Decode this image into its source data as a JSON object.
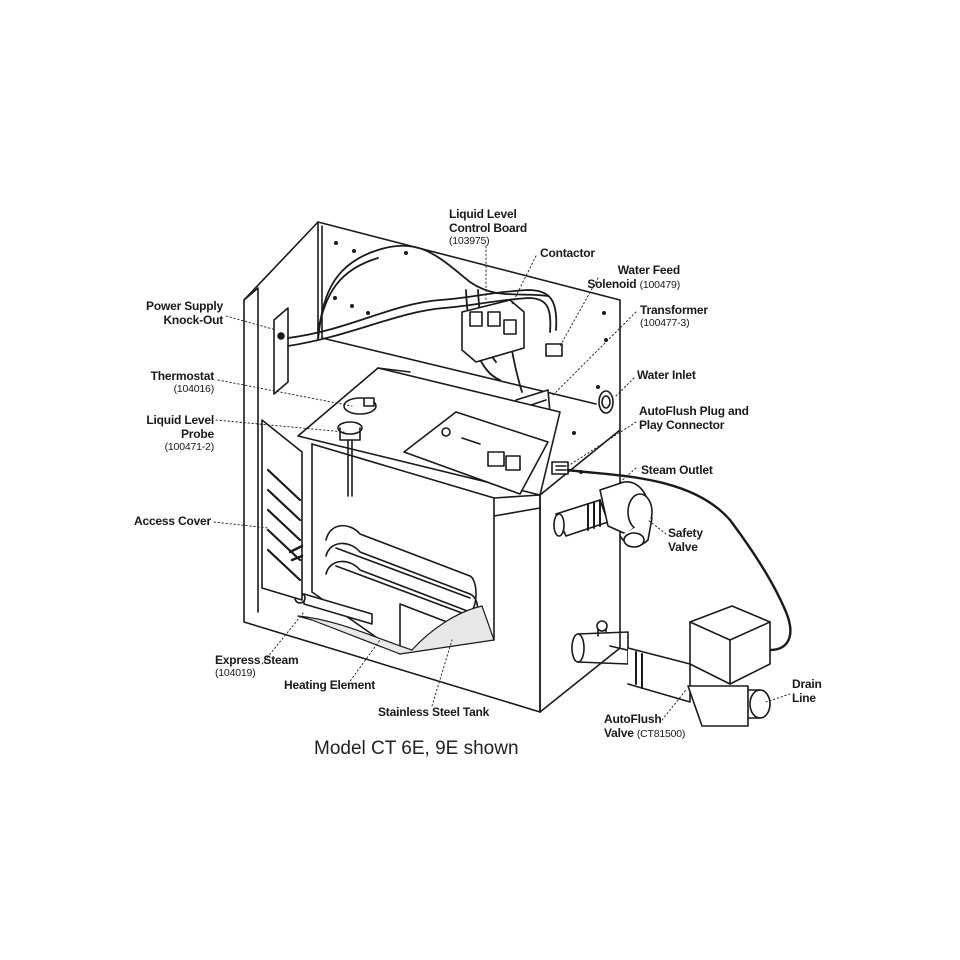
{
  "caption": "Model CT 6E, 9E shown",
  "callouts": {
    "liquid_level_control_board": {
      "line1": "Liquid Level",
      "line2": "Control Board",
      "part": "(103975)"
    },
    "contactor": {
      "line1": "Contactor"
    },
    "water_feed_solenoid": {
      "line1": "Water Feed",
      "line2": "Solenoid",
      "part": "(100479)"
    },
    "transformer": {
      "line1": "Transformer",
      "part": "(100477-3)"
    },
    "water_inlet": {
      "line1": "Water Inlet"
    },
    "autoflush_plug": {
      "line1": "AutoFlush Plug and",
      "line2": "Play Connector"
    },
    "steam_outlet": {
      "line1": "Steam Outlet"
    },
    "safety_valve": {
      "line1": "Safety",
      "line2": "Valve"
    },
    "drain_line": {
      "line1": "Drain",
      "line2": "Line"
    },
    "autoflush_valve": {
      "line1": "AutoFlush",
      "line2": "Valve",
      "part": "(CT81500)"
    },
    "stainless_steel_tank": {
      "line1": "Stainless Steel Tank"
    },
    "heating_element": {
      "line1": "Heating Element"
    },
    "express_steam": {
      "line1": "Express Steam",
      "part": "(104019)"
    },
    "access_cover": {
      "line1": "Access Cover"
    },
    "liquid_level_probe": {
      "line1": "Liquid Level",
      "line2": "Probe",
      "part": "(100471-2)"
    },
    "thermostat": {
      "line1": "Thermostat",
      "part": "(104016)"
    },
    "power_supply_knockout": {
      "line1": "Power Supply",
      "line2": "Knock-Out"
    }
  }
}
